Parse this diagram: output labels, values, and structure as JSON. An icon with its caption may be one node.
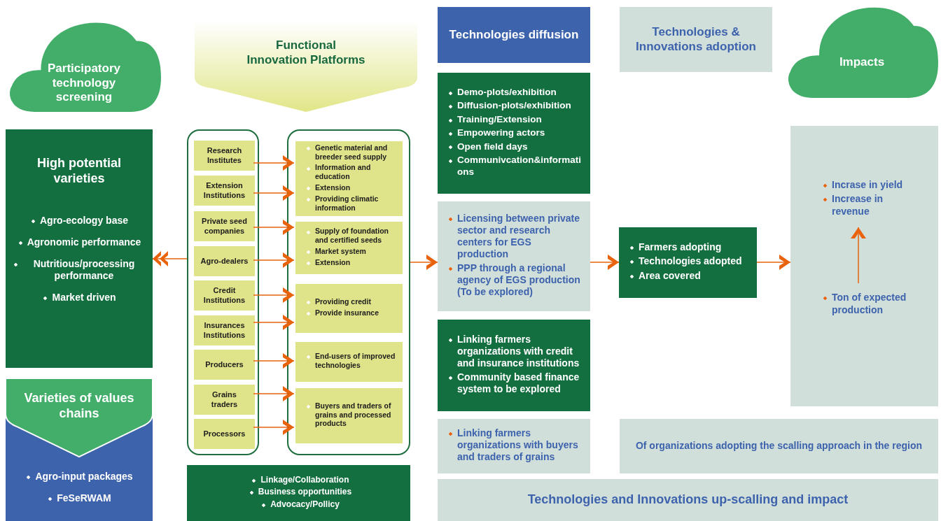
{
  "diagram": {
    "nodes": [
      {
        "text": [
          "Participatory technology screening"
        ]
      },
      {
        "text": [
          "Functional Innovation Platforms"
        ]
      },
      {
        "text": [
          "Technologies diffusion"
        ]
      },
      {
        "text": [
          "Technologies & Innovations adoption"
        ]
      },
      {
        "text": [
          "Impacts"
        ]
      },
      {
        "text": [
          "High potential varieties",
          "Agro-ecology base",
          "Agronomic performance",
          "Nutritious/processing performance",
          "Market driven"
        ]
      },
      {
        "text": [
          "Varieties of values chains",
          "Agro-input packages",
          "FeSeRWAM"
        ]
      },
      {
        "text": [],
        "shape": "box"
      },
      {
        "text": [
          "Research Institutes"
        ],
        "in": 7
      },
      {
        "text": [
          "Extension Institutions"
        ],
        "in": 7
      },
      {
        "text": [
          "Private seed companies"
        ],
        "in": 7
      },
      {
        "text": [
          "Agro-dealers"
        ],
        "in": 7
      },
      {
        "text": [
          "Credit Institutions"
        ],
        "in": 7
      },
      {
        "text": [
          "Insurances Institutions"
        ],
        "in": 7
      },
      {
        "text": [
          "Producers"
        ],
        "in": 7
      },
      {
        "text": [
          "Grains traders"
        ],
        "in": 7
      },
      {
        "text": [
          "Processors"
        ],
        "in": 7
      },
      {
        "text": [],
        "shape": "box"
      },
      {
        "text": [
          "Genetic material and breeder seed supply",
          "Information and education",
          "Extension",
          "Providing climatic information"
        ],
        "in": 17
      },
      {
        "text": [
          "Supply of foundation and certified seeds",
          "Market system",
          "Extension"
        ],
        "in": 17
      },
      {
        "text": [
          "Providing credit",
          "Provide insurance"
        ],
        "in": 17
      },
      {
        "text": [
          "End-users of improved technologies"
        ],
        "in": 17
      },
      {
        "text": [
          "Buyers and traders of grains and processed products"
        ],
        "in": 17
      },
      {
        "text": [
          "Linkage/Collaboration",
          "Business opportunities",
          "Advocacy/Pollicy"
        ]
      },
      {
        "text": [
          "Demo-plots/exhibition",
          "Diffusion-plots/exhibition",
          "Training/Extension",
          "Empowering actors",
          "Open field days",
          "Communivcation&informations"
        ]
      },
      {
        "text": [
          "Licensing between private sector and research centers for EGS production",
          "PPP through a regional agency of EGS production (To be explored)"
        ]
      },
      {
        "text": [
          "Linking farmers organizations with credit and insurance institutions",
          "Community based finance system to be explored"
        ]
      },
      {
        "text": [
          "Linking farmers organizations with buyers and traders of grains"
        ]
      },
      {
        "text": [
          "Farmers adopting",
          "Technologies adopted",
          "Area covered"
        ]
      },
      {
        "text": [],
        "shape": "box"
      },
      {
        "text": [
          "Incrase in yield",
          "Increase in revenue"
        ],
        "in": 29
      },
      {
        "text": [
          "Ton of expected production"
        ],
        "in": 29
      },
      {
        "text": [
          "Of organizations adopting the scalling approach in the region"
        ]
      },
      {
        "text": [
          "Technologies and Innovations up-scalling and impact"
        ]
      }
    ],
    "edges": [
      {
        "from": 7,
        "to": 5,
        "arrow": "to"
      },
      {
        "from": 8,
        "to": 18,
        "arrow": "to"
      },
      {
        "from": 9,
        "to": 18,
        "arrow": "to"
      },
      {
        "from": 10,
        "to": 19,
        "arrow": "to"
      },
      {
        "from": 11,
        "to": 19,
        "arrow": "to"
      },
      {
        "from": 12,
        "to": 20,
        "arrow": "to"
      },
      {
        "from": 13,
        "to": 20,
        "arrow": "to"
      },
      {
        "from": 14,
        "to": 21,
        "arrow": "to"
      },
      {
        "from": 15,
        "to": 22,
        "arrow": "to"
      },
      {
        "from": 16,
        "to": 22,
        "arrow": "to"
      },
      {
        "from": 17,
        "to": 25,
        "arrow": "to"
      },
      {
        "from": 25,
        "to": 28,
        "arrow": "to"
      },
      {
        "from": 28,
        "to": 29,
        "arrow": "to"
      },
      {
        "from": 31,
        "to": 30,
        "arrow": "to"
      }
    ]
  }
}
